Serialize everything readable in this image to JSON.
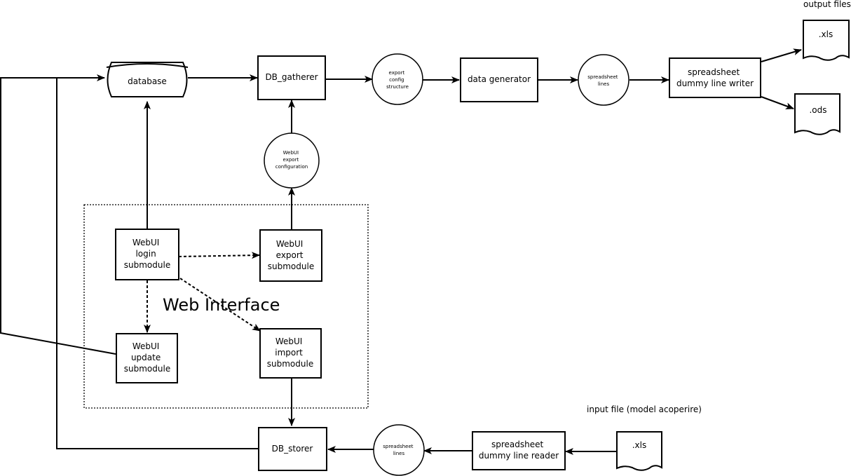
{
  "labels": {
    "output_files": "output files",
    "input_file": "input file (model acoperire)",
    "web_interface": "Web Interface"
  },
  "nodes": {
    "database": "database",
    "db_gatherer": "DB_gatherer",
    "export_config_structure": [
      "export",
      "config",
      "structure"
    ],
    "data_generator": "data generator",
    "spreadsheet_lines_top": [
      "spreadsheet",
      "lines"
    ],
    "line_writer": [
      "spreadsheet",
      "dummy line writer"
    ],
    "xls_out": ".xls",
    "ods_out": ".ods",
    "webui_export_configuration": [
      "WebUI",
      "export",
      "configuration"
    ],
    "login": [
      "WebUI",
      "login",
      "submodule"
    ],
    "export": [
      "WebUI",
      "export",
      "submodule"
    ],
    "update": [
      "WebUI",
      "update",
      "submodule"
    ],
    "import": [
      "WebUI",
      "import",
      "submodule"
    ],
    "db_storer": "DB_storer",
    "spreadsheet_lines_bottom": [
      "spreadsheet",
      "lines"
    ],
    "line_reader": [
      "spreadsheet",
      "dummy line reader"
    ],
    "xls_in": ".xls"
  }
}
